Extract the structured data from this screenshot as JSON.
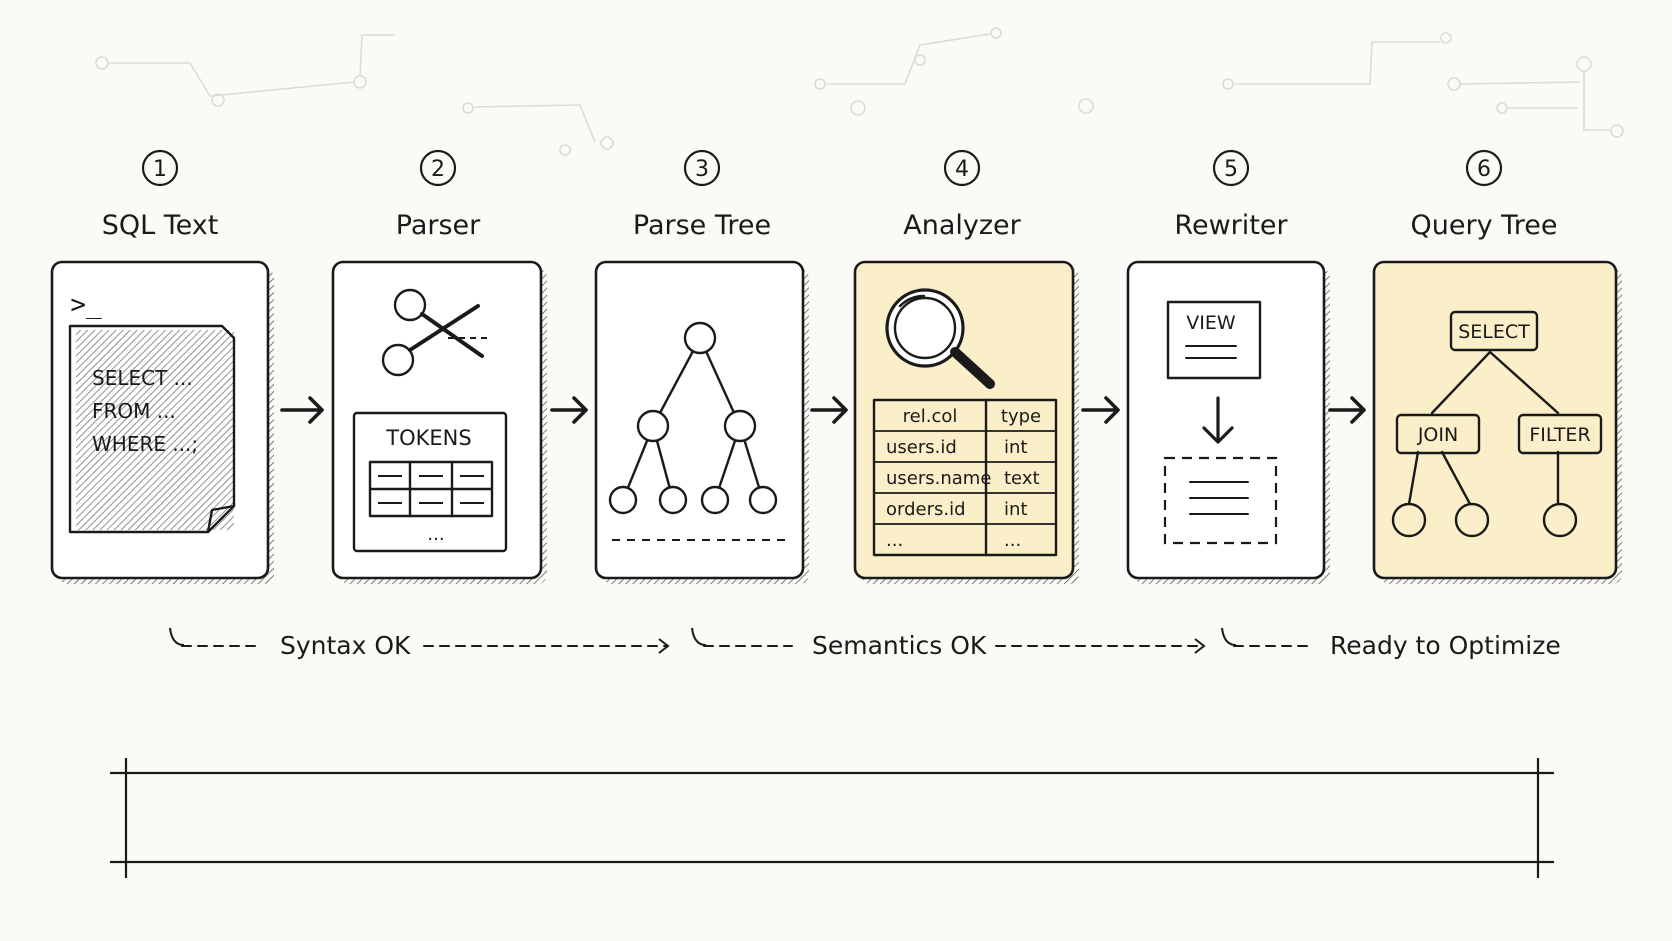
{
  "colors": {
    "ink": "#1a1a1a",
    "paper": "#fbfaf6",
    "card": "#ffffff",
    "highlight": "#fbefc9",
    "highlight_edge": "#f1d98b",
    "circuit": "#d9d9d4"
  },
  "steps": [
    {
      "number": "1",
      "title": "SQL Text",
      "highlight": false,
      "icon": "terminal-document-icon",
      "prompt": ">_",
      "sql_lines": [
        "SELECT ...",
        "FROM ...",
        "WHERE ...;"
      ]
    },
    {
      "number": "2",
      "title": "Parser",
      "highlight": false,
      "icon": "scissors-icon",
      "tokens_label": "TOKENS",
      "ellipsis": "..."
    },
    {
      "number": "3",
      "title": "Parse Tree",
      "highlight": false,
      "icon": "tree-icon"
    },
    {
      "number": "4",
      "title": "Analyzer",
      "highlight": true,
      "icon": "magnifier-icon",
      "table": {
        "headers": [
          "rel.col",
          "type"
        ],
        "rows": [
          [
            "users.id",
            "int"
          ],
          [
            "users.name",
            "text"
          ],
          [
            "orders.id",
            "int"
          ],
          [
            "...",
            "..."
          ]
        ]
      }
    },
    {
      "number": "5",
      "title": "Rewriter",
      "highlight": false,
      "icon": "view-rewrite-icon",
      "view_label": "VIEW"
    },
    {
      "number": "6",
      "title": "Query Tree",
      "highlight": true,
      "icon": "query-tree-icon",
      "nodes": {
        "root": "SELECT",
        "left": "JOIN",
        "right": "FILTER"
      }
    }
  ],
  "stages": [
    "Syntax OK",
    "Semantics OK",
    "Ready to Optimize"
  ]
}
